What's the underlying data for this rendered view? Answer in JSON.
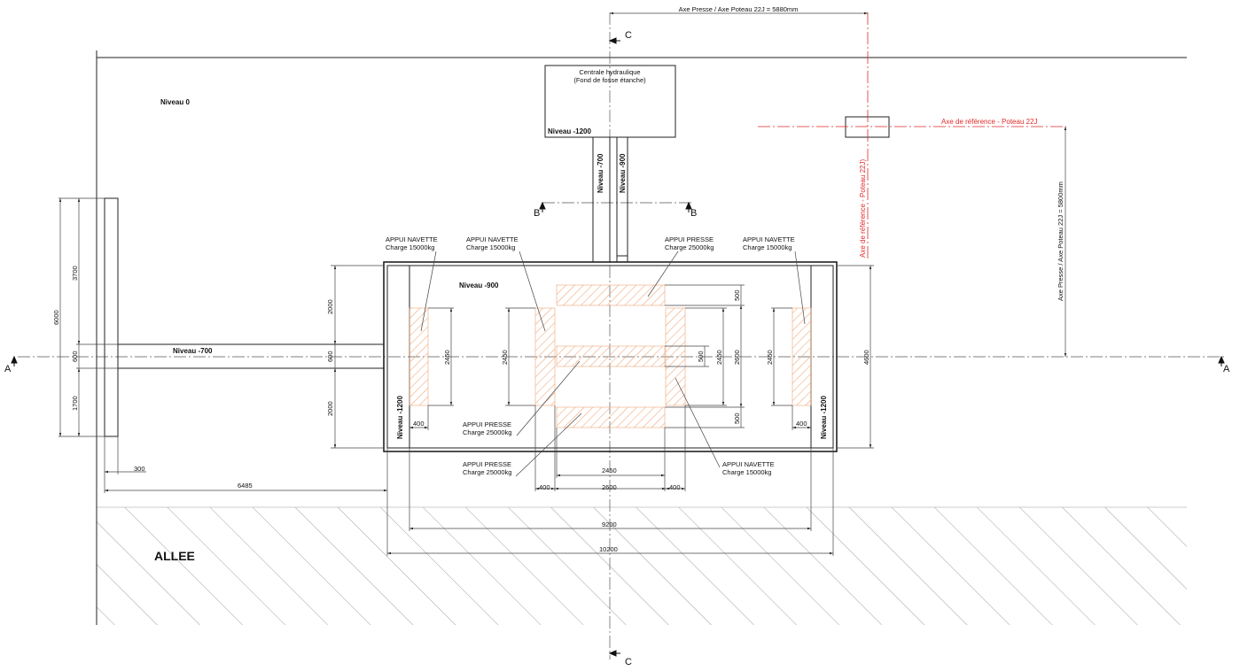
{
  "levels": {
    "niveau_0": "Niveau 0",
    "niveau_moins_1200_top": "Niveau -1200",
    "niveau_moins_700_vertical": "Niveau -700",
    "niveau_moins_900_vertical": "Niveau -900",
    "niveau_moins_900_pit": "Niveau -900",
    "niveau_moins_700_channel": "Niveau -700",
    "niveau_moins_1200_left": "Niveau -1200",
    "niveau_moins_1200_right": "Niveau -1200"
  },
  "hydraulic_unit": {
    "line1": "Centrale hydraulique",
    "line2": "(Fond de fosse étanche)"
  },
  "supports": {
    "navette_1": {
      "title": "APPUI NAVETTE",
      "load": "Charge 15000kg"
    },
    "navette_2": {
      "title": "APPUI NAVETTE",
      "load": "Charge 15000kg"
    },
    "presse_top": {
      "title": "APPUI PRESSE",
      "load": "Charge 25000kg"
    },
    "navette_3": {
      "title": "APPUI NAVETTE",
      "load": "Charge 15000kg"
    },
    "presse_mid": {
      "title": "APPUI PRESSE",
      "load": "Charge 25000kg"
    },
    "presse_bot": {
      "title": "APPUI PRESSE",
      "load": "Charge 25000kg"
    },
    "navette_4": {
      "title": "APPUI NAVETTE",
      "load": "Charge 15000kg"
    }
  },
  "reference": {
    "axe_horizontal": "Axe de référence - Poteau 22J",
    "axe_vertical": "Axe de référence - Poteau 22J)",
    "dim_horizontal": "Axe Presse / Axe Poteau 22J = 5880mm",
    "dim_vertical": "Axe Presse / Axe Poteau 22J = 5800mm",
    "color": "#e02a2a"
  },
  "sections": {
    "a_left": "A",
    "a_right": "A",
    "b_left": "B",
    "b_right": "B",
    "c_top": "C",
    "c_bottom": "C"
  },
  "zone_label": "ALLEE",
  "dimensions": {
    "d3700": "3700",
    "d6000": "6000",
    "d600_left": "600",
    "d1700": "1700",
    "d2000_top": "2000",
    "d600_mid": "600",
    "d2000_bot": "2000",
    "d300": "300",
    "d6485": "6485",
    "d2450_a": "2450",
    "d400_a": "400",
    "d2450_b": "2450",
    "d500_top": "500",
    "d500_mid": "500",
    "d500_bot": "500",
    "d2450_c": "2450",
    "d2600_r": "2600",
    "d2450_d": "2450",
    "d400_d": "400",
    "d4600": "4600",
    "d2450_bottom": "2450",
    "d400_b1": "400",
    "d2600_bottom": "2600",
    "d400_b2": "400",
    "d9200": "9200",
    "d10200": "10200"
  },
  "colors": {
    "hatch_orange": "#f0a678",
    "line": "#222222"
  }
}
